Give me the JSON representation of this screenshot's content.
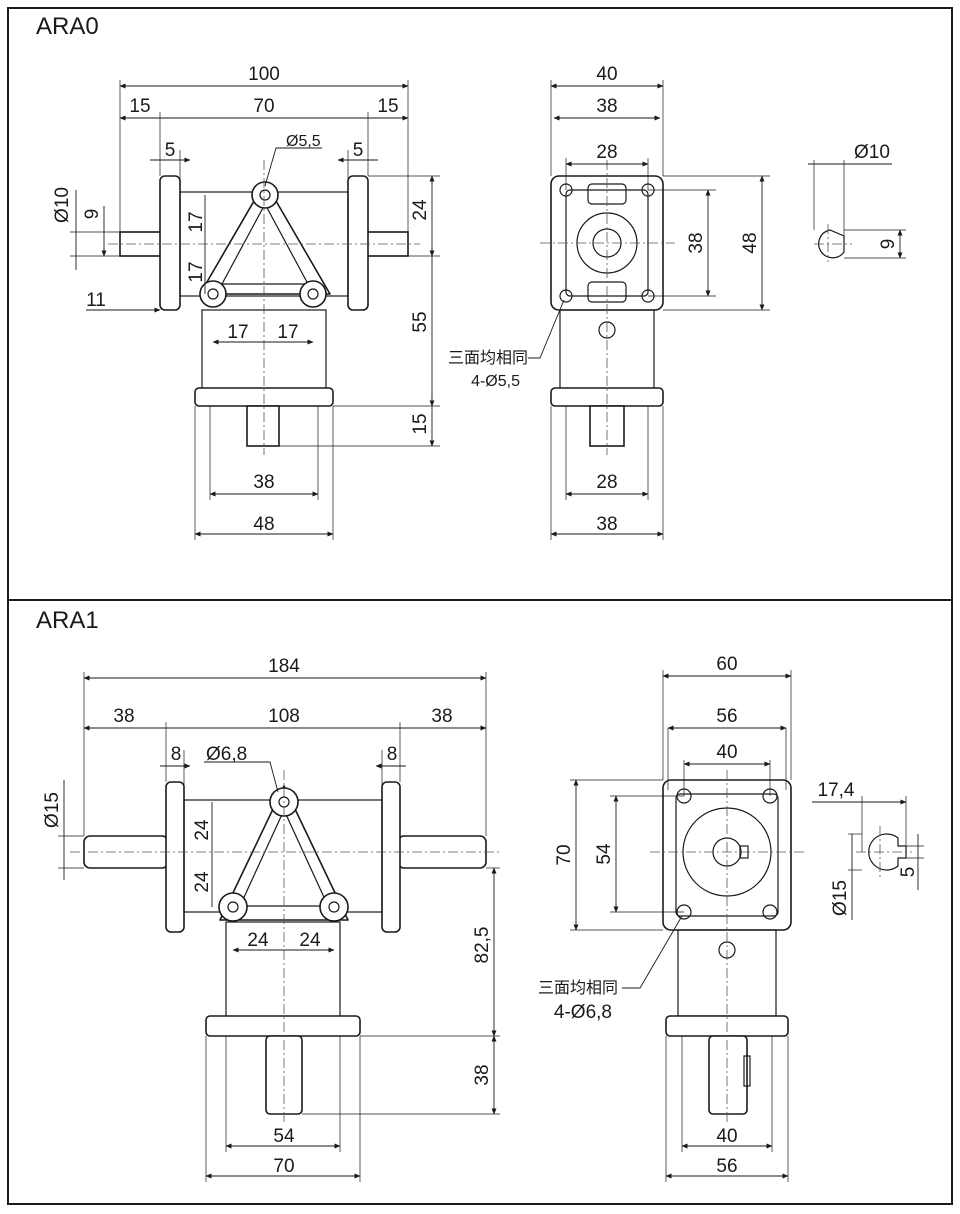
{
  "sections": [
    {
      "title": "ARA0",
      "front_view": {
        "dims": {
          "overall_width": "100",
          "left_shaft": "15",
          "body_width": "70",
          "right_shaft": "15",
          "flange_left": "5",
          "flange_right": "5",
          "hole": "Ø5,5",
          "shaft_dia": "Ø10",
          "key": "9",
          "shaft_offset": "11",
          "right_height": "24",
          "pitch_v1": "17",
          "pitch_v2": "17",
          "pitch_h1": "17",
          "pitch_h2": "17",
          "height": "55",
          "bottom_shaft": "15",
          "base_inner": "38",
          "base_outer": "48"
        }
      },
      "side_view": {
        "dims": {
          "overall": "40",
          "inner": "38",
          "slot": "28",
          "hole_pitch": "38",
          "height": "48",
          "base_inner": "28",
          "base_outer": "38"
        },
        "note_line1": "三面均相同",
        "note_line2": "4-Ø5,5"
      },
      "shaft_section": {
        "dia": "Ø10",
        "key": "9"
      }
    },
    {
      "title": "ARA1",
      "front_view": {
        "dims": {
          "overall_width": "184",
          "left_shaft": "38",
          "body_width": "108",
          "right_shaft": "38",
          "flange_left": "8",
          "flange_right": "8",
          "hole": "Ø6,8",
          "shaft_dia": "Ø15",
          "pitch_v1": "24",
          "pitch_v2": "24",
          "pitch_h1": "24",
          "pitch_h2": "24",
          "height": "82,5",
          "bottom_shaft": "38",
          "base_inner": "54",
          "base_outer": "70"
        }
      },
      "side_view": {
        "dims": {
          "overall": "60",
          "inner": "56",
          "slot": "40",
          "height": "70",
          "hole_pitch": "54",
          "base_inner": "40",
          "base_outer": "56"
        },
        "note_line1": "三面均相同",
        "note_line2": "4-Ø6,8"
      },
      "shaft_section": {
        "key_depth": "17,4",
        "dia": "Ø15",
        "key": "5"
      }
    }
  ]
}
